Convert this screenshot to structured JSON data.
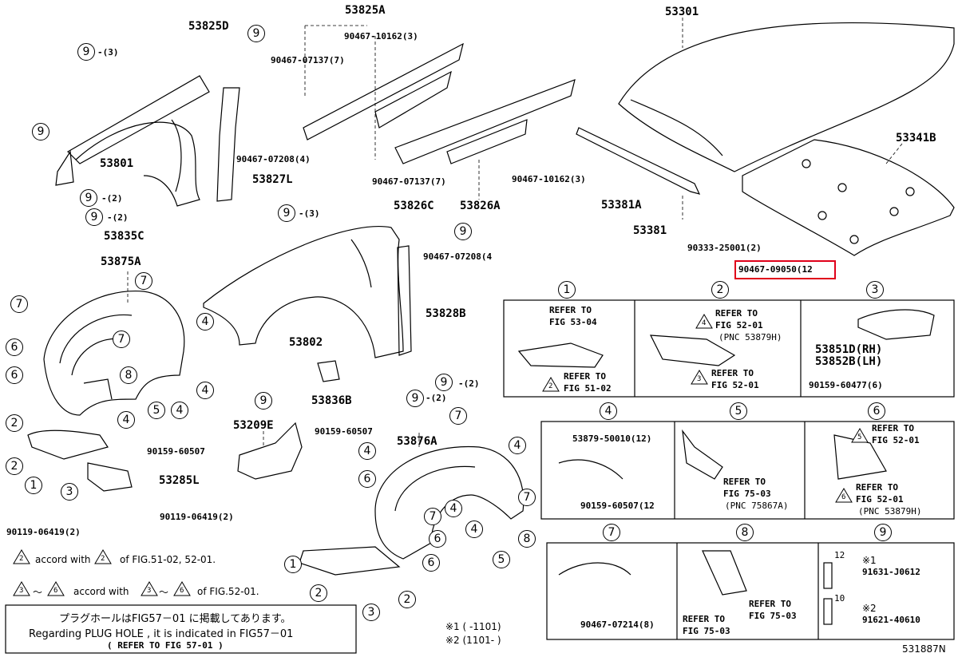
{
  "diagram_id": "531887N",
  "highlight_part": "90467-09050(12",
  "parts": {
    "p53825D": "53825D",
    "p53825A": "53825A",
    "p53301": "53301",
    "p53801": "53801",
    "p53827L": "53827L",
    "p53835C": "53835C",
    "p53826C": "53826C",
    "p53826A": "53826A",
    "p53381A": "53381A",
    "p53381": "53381",
    "p53341B": "53341B",
    "p53875A": "53875A",
    "p53802": "53802",
    "p53828B": "53828B",
    "p53836B": "53836B",
    "p53209E": "53209E",
    "p53876A": "53876A",
    "p53285L": "53285L",
    "p53851D": "53851D(RH)",
    "p53852B": "53852B(LH)"
  },
  "fasteners": {
    "f1": "90467-10162(3)",
    "f2": "90467-07137(7)",
    "f3": "90467-07208(4)",
    "f4": "90467-07137(7)",
    "f5": "90467-10162(3)",
    "f6": "90333-25001(2)",
    "f7": "90467-07208(4",
    "f8": "90159-60507",
    "f9": "90159-60507",
    "f10": "90119-06419(2)",
    "f11": "90119-06419(2)",
    "f12": "90159-60477(6)",
    "f13": "53879-50010(12)",
    "f14": "90159-60507(12",
    "f15": "90467-07214(8)",
    "f16": "91631-J0612",
    "f17": "91621-40610"
  },
  "qty": {
    "q3a": "-(3)",
    "q3b": "-(3)",
    "q2a": "-(2)",
    "q2b": "-(2)",
    "q2c": "-(2)",
    "q2d": "-(2)"
  },
  "circle_nums": {
    "n1": "1",
    "n2": "2",
    "n3": "3",
    "n4": "4",
    "n5": "5",
    "n6": "6",
    "n7": "7",
    "n8": "8",
    "n9": "9"
  },
  "refs": {
    "r1a": "REFER TO",
    "r1b": "FIG 53-04",
    "r1c": "REFER TO",
    "r1d": "FIG 51-02",
    "r2a": "REFER TO",
    "r2b": "FIG 52-01",
    "r2c": "(PNC 53879H)",
    "r2d": "REFER TO",
    "r2e": "FIG 52-01",
    "r5a": "REFER TO",
    "r5b": "FIG 75-03",
    "r5c": "(PNC 75867A)",
    "r6a": "REFER TO",
    "r6b": "FIG 52-01",
    "r6c": "REFER TO",
    "r6d": "FIG 52-01",
    "r6e": "(PNC 53879H)",
    "r8a": "REFER TO",
    "r8b": "FIG 75-03",
    "r8c": "REFER TO",
    "r8d": "FIG 75-03"
  },
  "tri": {
    "t2": "2",
    "t3": "3",
    "t4": "4",
    "t5": "5",
    "t6": "6"
  },
  "dims": {
    "d12": "12",
    "d10": "10"
  },
  "marks": {
    "m1": "※1",
    "m2": "※2"
  },
  "legend": {
    "accord1": "accord with",
    "of1": "of FIG.51-02, 52-01.",
    "tilde": "～",
    "accord2": "accord with",
    "of2": "of FIG.52-01.",
    "jp": "プラグホールはFIG57－01 に掲載してあります。",
    "en": "Regarding  PLUG HOLE , it is indicated in FIG57－01",
    "ref": "(     REFER TO FIG 57-01   )"
  },
  "footnotes": {
    "fn1": "※1 (     -1101)",
    "fn2": "※2 (1101-      )"
  }
}
